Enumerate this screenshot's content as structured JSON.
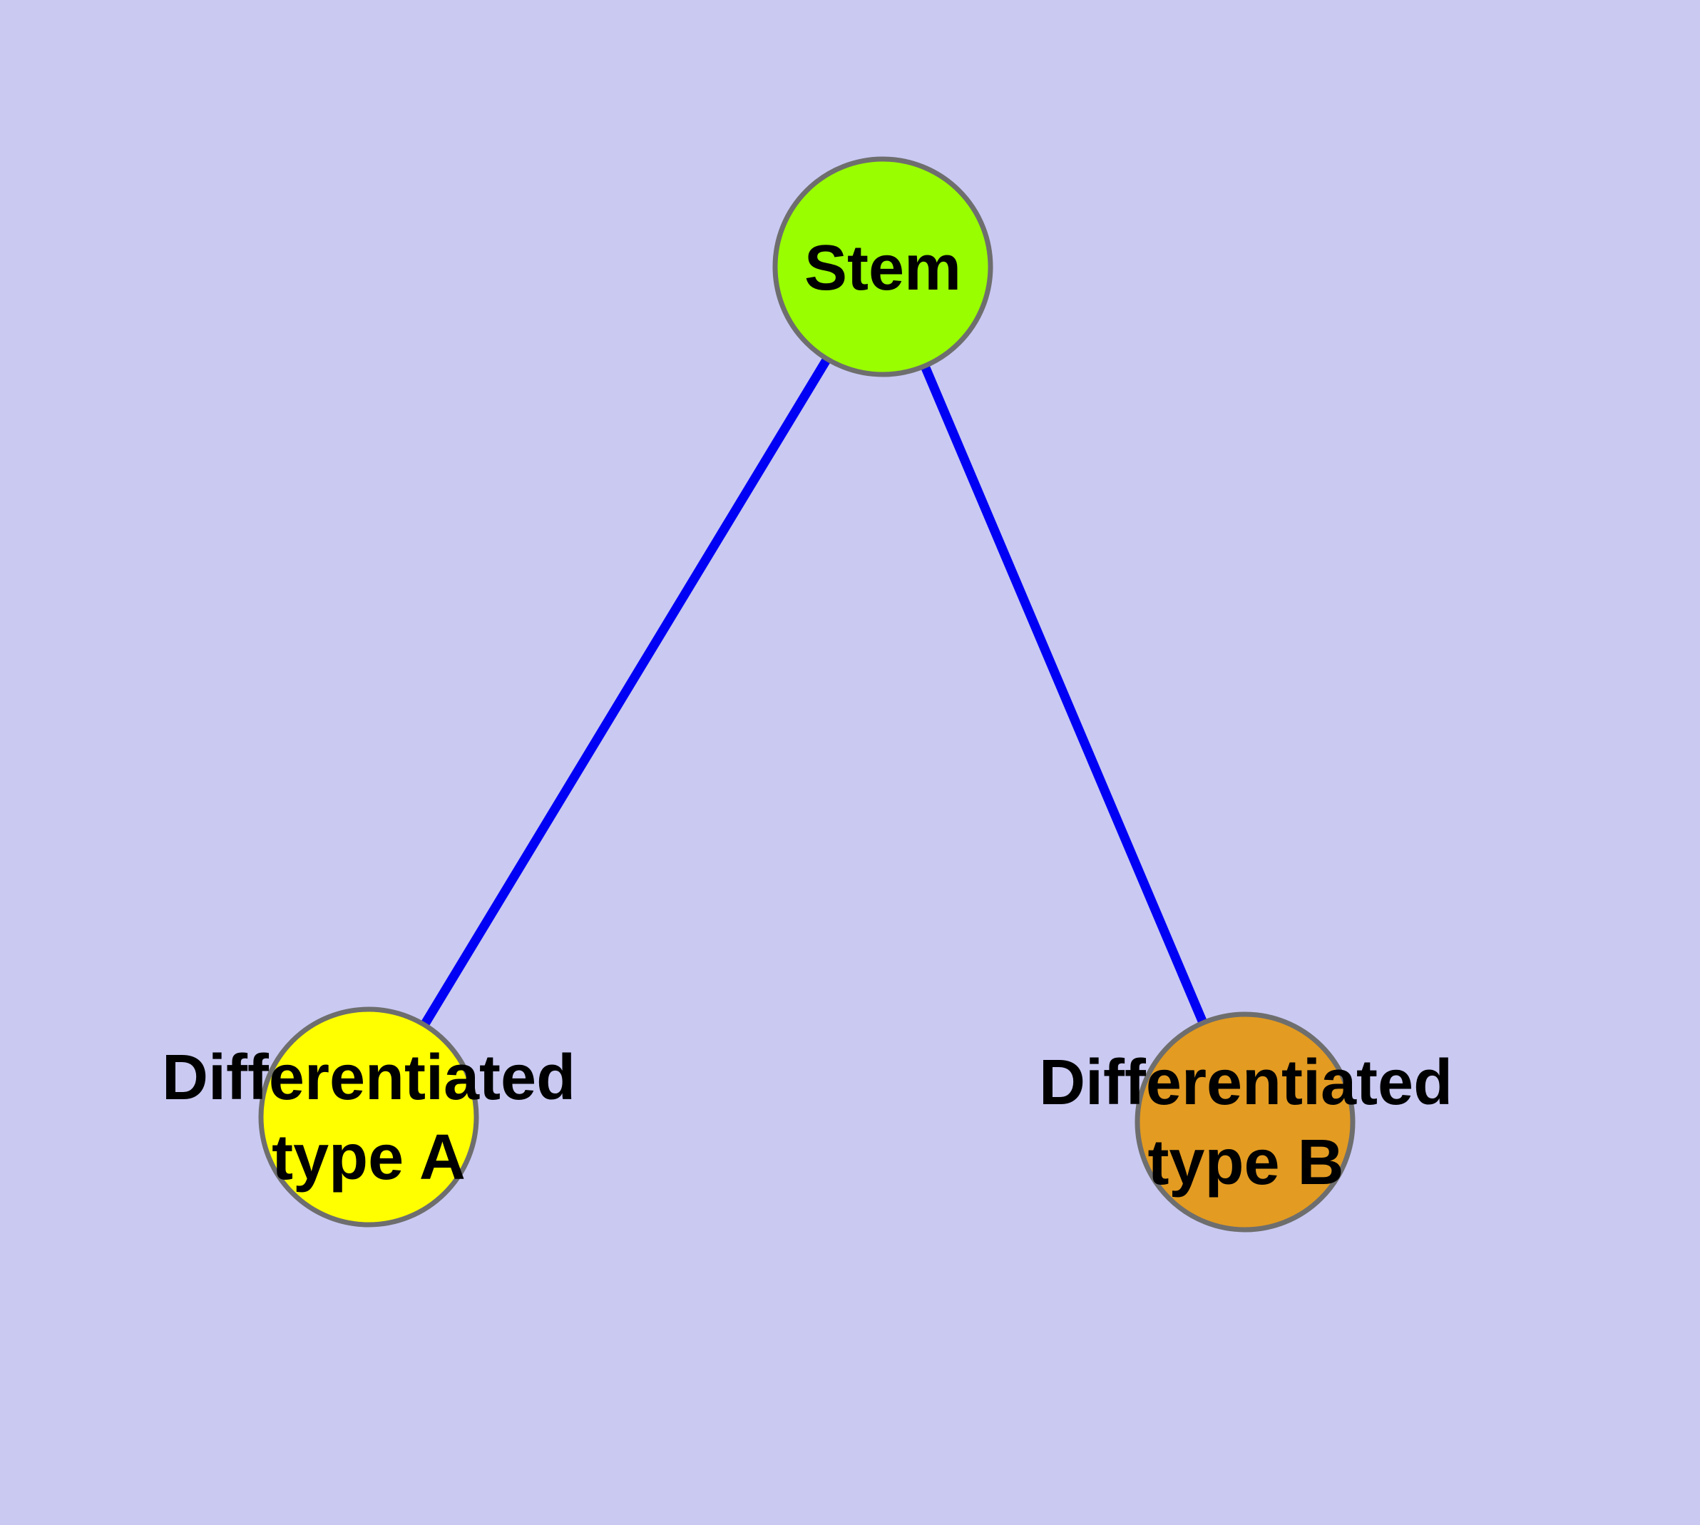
{
  "canvas": {
    "background": "#C9C9F2"
  },
  "graph": {
    "text_color": "#000000",
    "edge_color": "#0000F5",
    "node_border_color": "#6E6E6E",
    "nodes": [
      {
        "id": "stem",
        "label": "Stem",
        "label_lines": [
          "Stem"
        ],
        "fill": "#99FE00"
      },
      {
        "id": "differentiated-type-a",
        "label": "Differentiated type A",
        "label_lines": [
          "Differentiated",
          "type A"
        ],
        "fill": "#FFFF00"
      },
      {
        "id": "differentiated-type-b",
        "label": "Differentiated type B",
        "label_lines": [
          "Differentiated",
          "type B"
        ],
        "fill": "#E39B21"
      }
    ],
    "edges": [
      {
        "from": "Stem",
        "to": "Differentiated type A"
      },
      {
        "from": "Stem",
        "to": "Differentiated type B"
      }
    ]
  }
}
